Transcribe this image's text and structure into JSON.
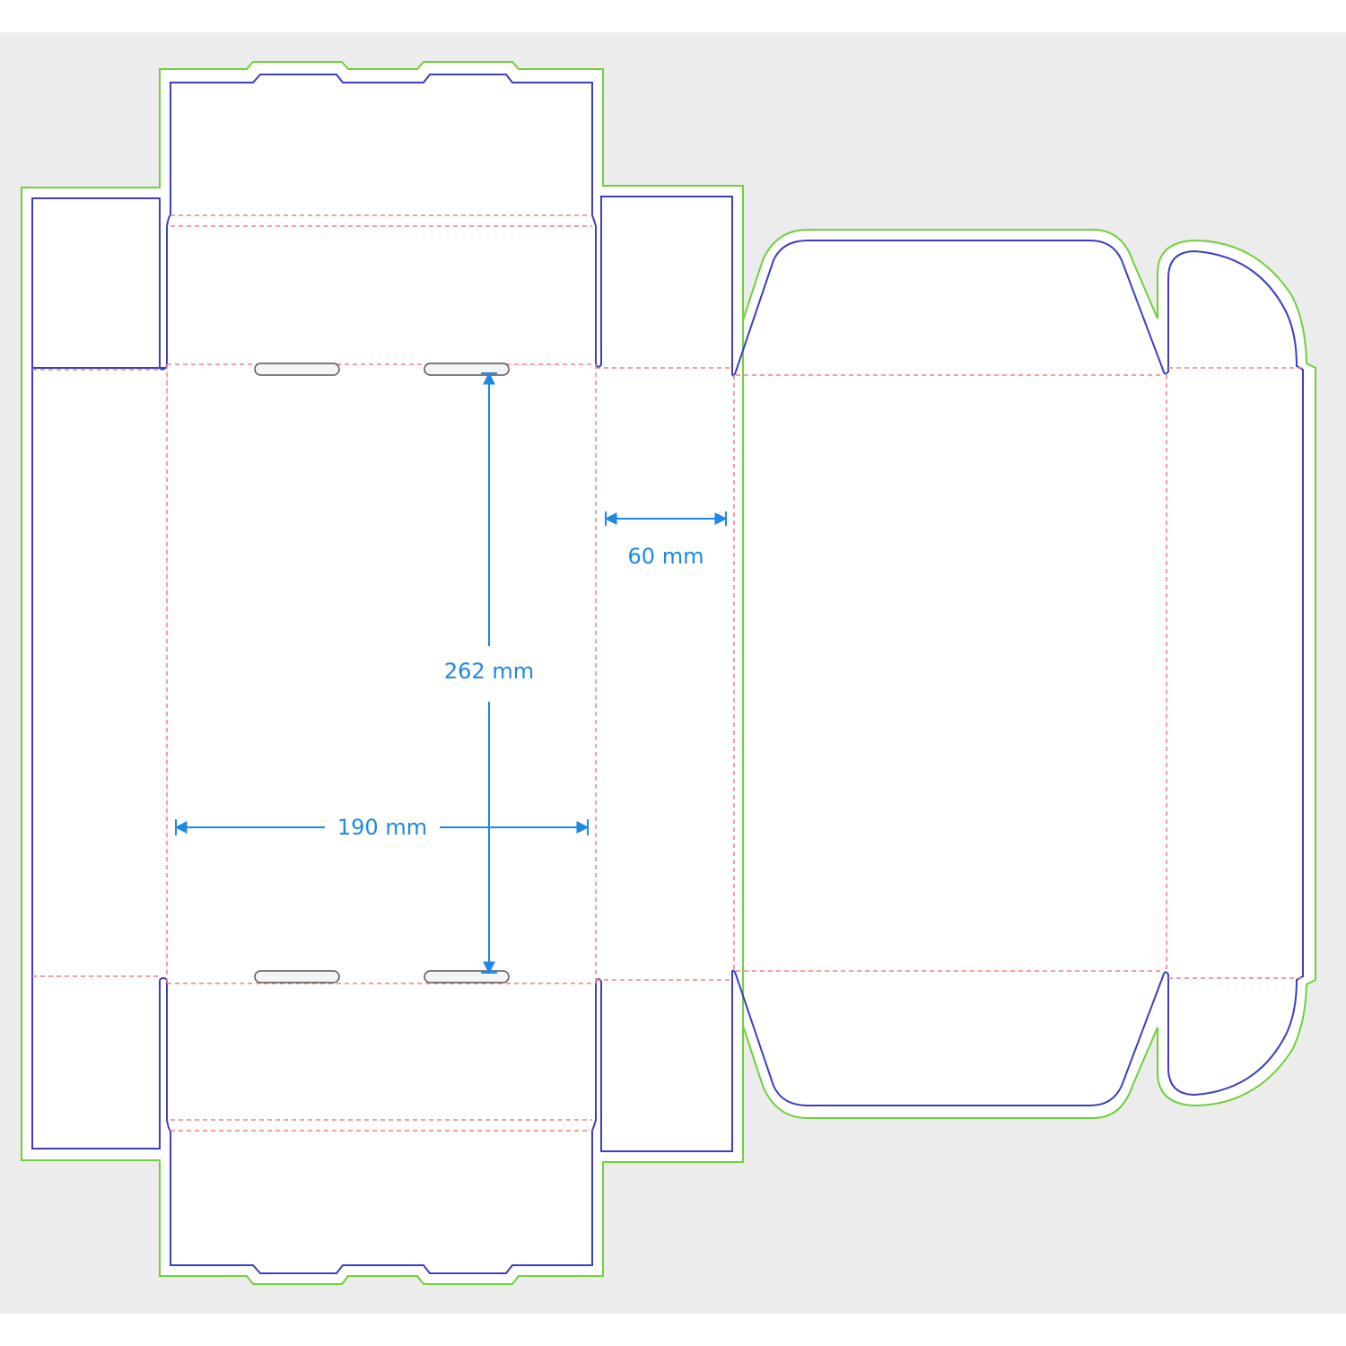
{
  "colors": {
    "canvas": "#ececec",
    "panel": "#ffffff",
    "bleed": "#6fd13a",
    "cut": "#3b3fc0",
    "fold": "#f08080",
    "dimension": "#1e88e5",
    "slot_fill": "#f4f4f4",
    "slot_stroke": "#555555"
  },
  "dimensions": {
    "length": "262 mm",
    "width": "190 mm",
    "depth": "60 mm"
  }
}
